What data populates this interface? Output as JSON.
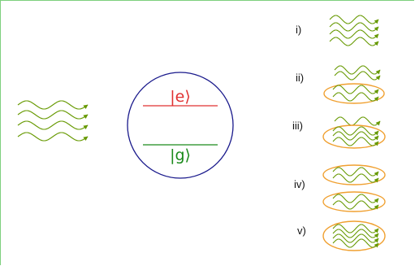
{
  "colors": {
    "wave": "#669900",
    "ellipse": "#f0a030",
    "circle": "#1a1a8c",
    "excited": "#e03030",
    "ground": "#1a8a1a",
    "frame": "#7ed07e"
  },
  "atom": {
    "excited_label": "|e⟩",
    "ground_label": "|g⟩"
  },
  "cases": [
    {
      "label": "i)"
    },
    {
      "label": "ii)"
    },
    {
      "label": "iii)"
    },
    {
      "label": "iv)"
    },
    {
      "label": "v)"
    }
  ]
}
